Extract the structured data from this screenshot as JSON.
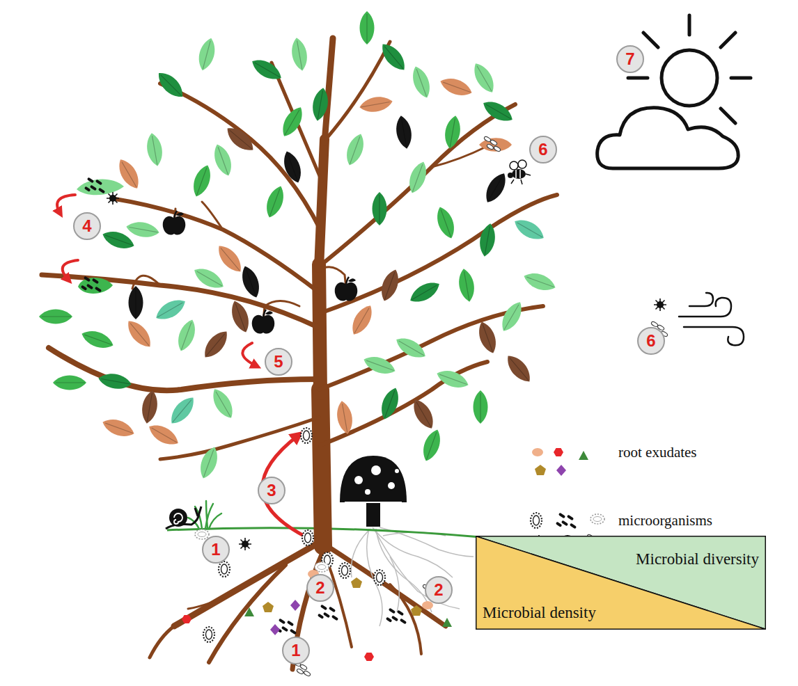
{
  "diagram": {
    "nodes": [
      {
        "text": [
          "Microbial diversity"
        ]
      },
      {
        "text": [
          "Microbial density"
        ]
      }
    ],
    "labels": [
      "7",
      "6",
      "4",
      "6",
      "5",
      "root exudates",
      "3",
      "microorganisms",
      "1",
      "2",
      "2",
      "1"
    ]
  }
}
